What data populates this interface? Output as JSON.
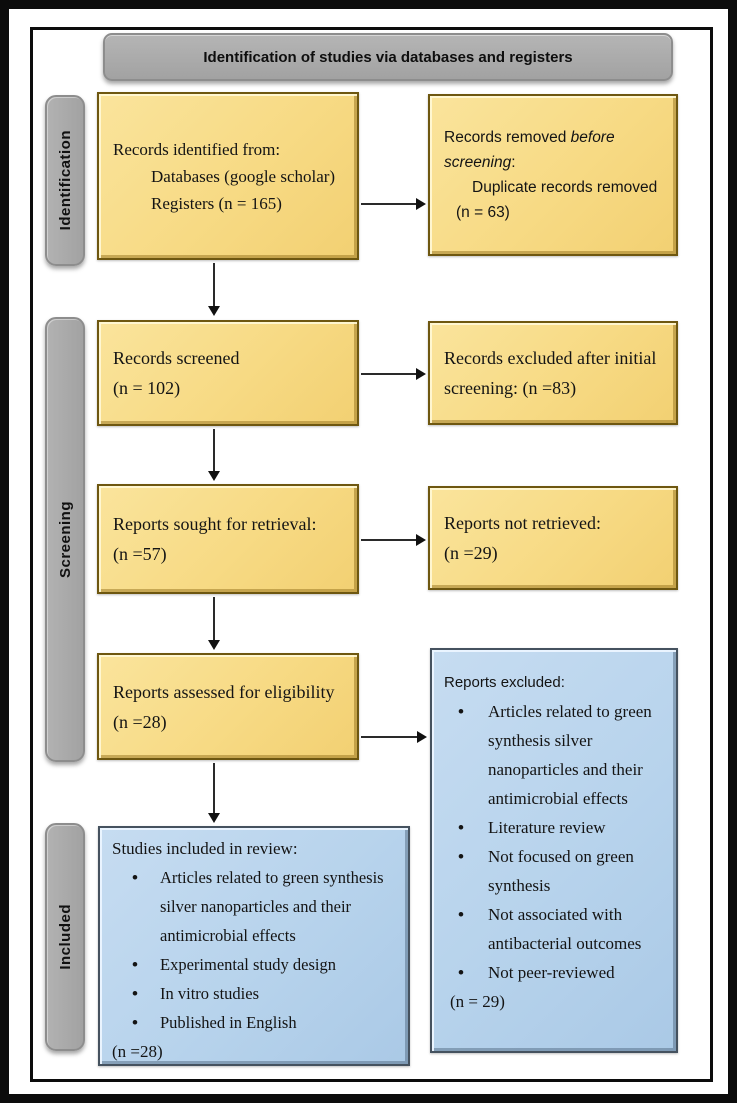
{
  "header": {
    "title": "Identification of studies via databases and registers"
  },
  "side_labels": {
    "identification": "Identification",
    "screening": "Screening",
    "included": "Included"
  },
  "colors": {
    "box_yellow_fill": "#F7DA84",
    "box_yellow_border": "#6E5710",
    "box_blue_fill": "#B7D3EC",
    "box_blue_border": "#45525F",
    "bar_gray_fill": "#A6A6A6",
    "arrow_black": "#111111",
    "frame_black": "#0C0C0C"
  },
  "boxes": {
    "records_identified": {
      "title": "Records identified from:",
      "line1": "Databases (google scholar)",
      "line2": "Registers (n = 165)"
    },
    "records_removed": {
      "prefix": "Records removed ",
      "italic": "before screening",
      "suffix": ":",
      "line1": "Duplicate records removed",
      "count": "(n = 63)"
    },
    "records_screened": {
      "line1": "Records screened",
      "count": "(n = 102)"
    },
    "records_excluded": {
      "text": "Records excluded after initial screening: (n =83)"
    },
    "reports_sought": {
      "line1": "Reports sought for retrieval:",
      "count": "(n =57)"
    },
    "reports_not_retrieved": {
      "line1": "Reports not retrieved:",
      "count": "(n =29)"
    },
    "reports_assessed": {
      "line1": "Reports assessed for eligibility",
      "count": "(n =28)"
    },
    "reports_excluded": {
      "title": "Reports excluded:",
      "bullets": [
        "Articles related to green synthesis silver nanoparticles and their antimicrobial effects",
        "Literature review",
        "Not focused on green synthesis",
        "Not associated with antibacterial outcomes",
        "Not peer-reviewed"
      ],
      "count": "(n = 29)"
    },
    "studies_included": {
      "title": "Studies included in review:",
      "bullets": [
        "Articles related to green synthesis silver nanoparticles and their antimicrobial effects",
        "Experimental study design",
        "In vitro studies",
        "Published in English"
      ],
      "count": "(n =28)"
    }
  }
}
